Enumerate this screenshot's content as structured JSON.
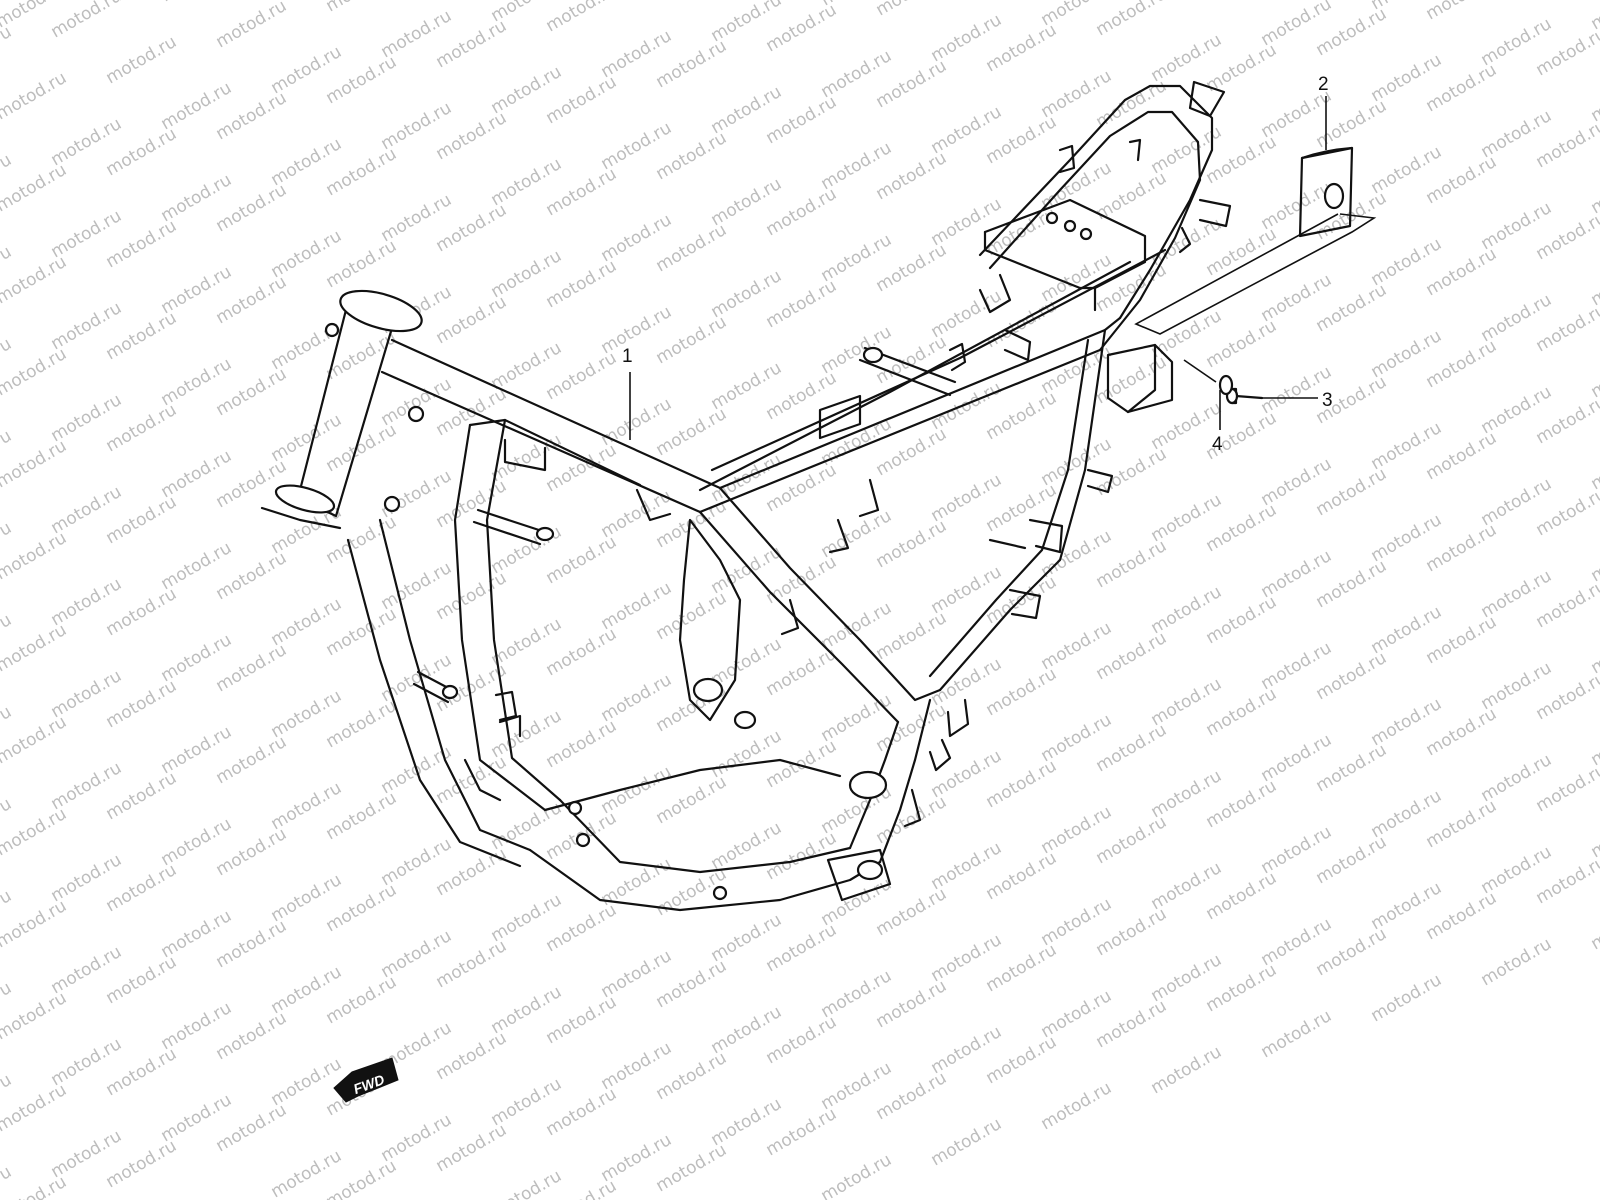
{
  "watermark": {
    "text": "motod.ru"
  },
  "callouts": [
    {
      "id": "1",
      "label": "1"
    },
    {
      "id": "2",
      "label": "2"
    },
    {
      "id": "3",
      "label": "3"
    },
    {
      "id": "4",
      "label": "4"
    }
  ],
  "direction_marker": {
    "label": "FWD",
    "icon": "forward-arrow-icon"
  },
  "colors": {
    "line": "#111111",
    "watermark": "#bdbdbd",
    "background": "#ffffff"
  }
}
